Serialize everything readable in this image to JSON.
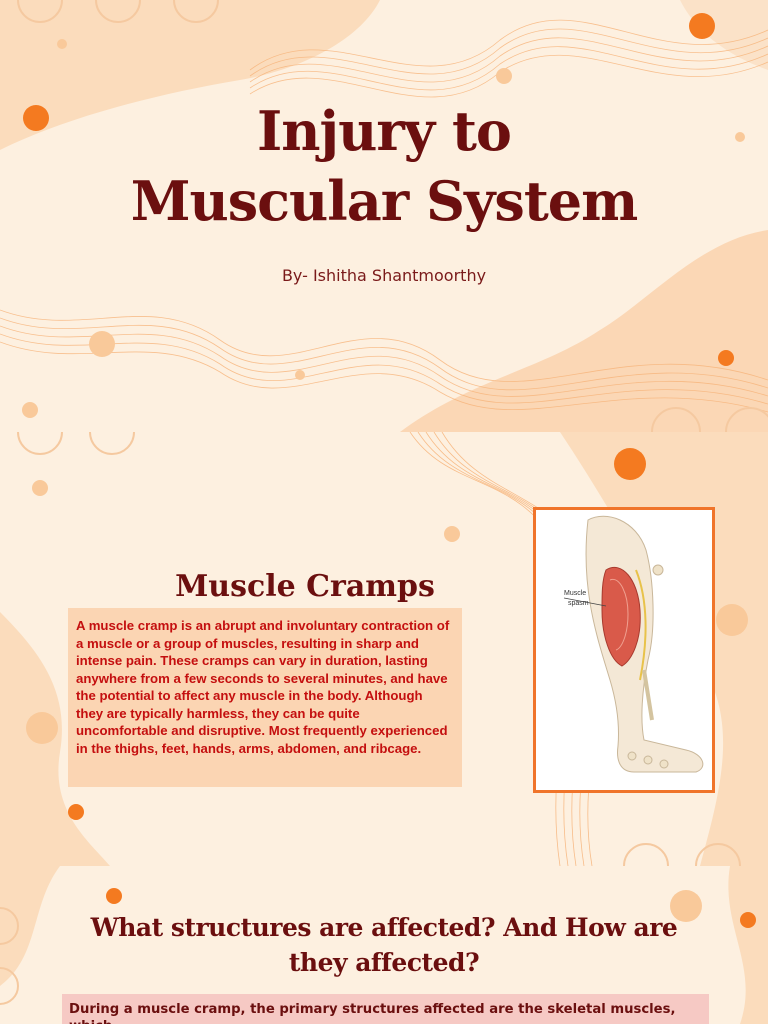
{
  "slide1": {
    "title_line1": "Injury to",
    "title_line2": "Muscular System",
    "byline": "By- Ishitha Shantmoorthy"
  },
  "slide2": {
    "heading": "Muscle Cramps",
    "body": "A muscle cramp is an abrupt and involuntary contraction of a muscle or a group of muscles, resulting in sharp and intense pain. These cramps can vary in duration, lasting anywhere from a few seconds to several minutes, and have the potential to affect any muscle in the body. Although they are typically harmless, they can be quite uncomfortable and disruptive. Most frequently experienced in the thighs, feet, hands, arms, abdomen, and ribcage.",
    "figure_label_line1": "Muscle",
    "figure_label_line2": "spasm"
  },
  "slide3": {
    "heading": "What structures are affected? And How are they affected?",
    "body": "During a muscle cramp, the primary structures affected are the skeletal muscles, which"
  },
  "colors": {
    "title": "#6b0f0f",
    "body_red": "#c40f0f",
    "accent_orange": "#f47a20",
    "box_peach": "#fbd5b3",
    "box_pink": "#f6c9c4",
    "background": "#fdf0e0"
  }
}
